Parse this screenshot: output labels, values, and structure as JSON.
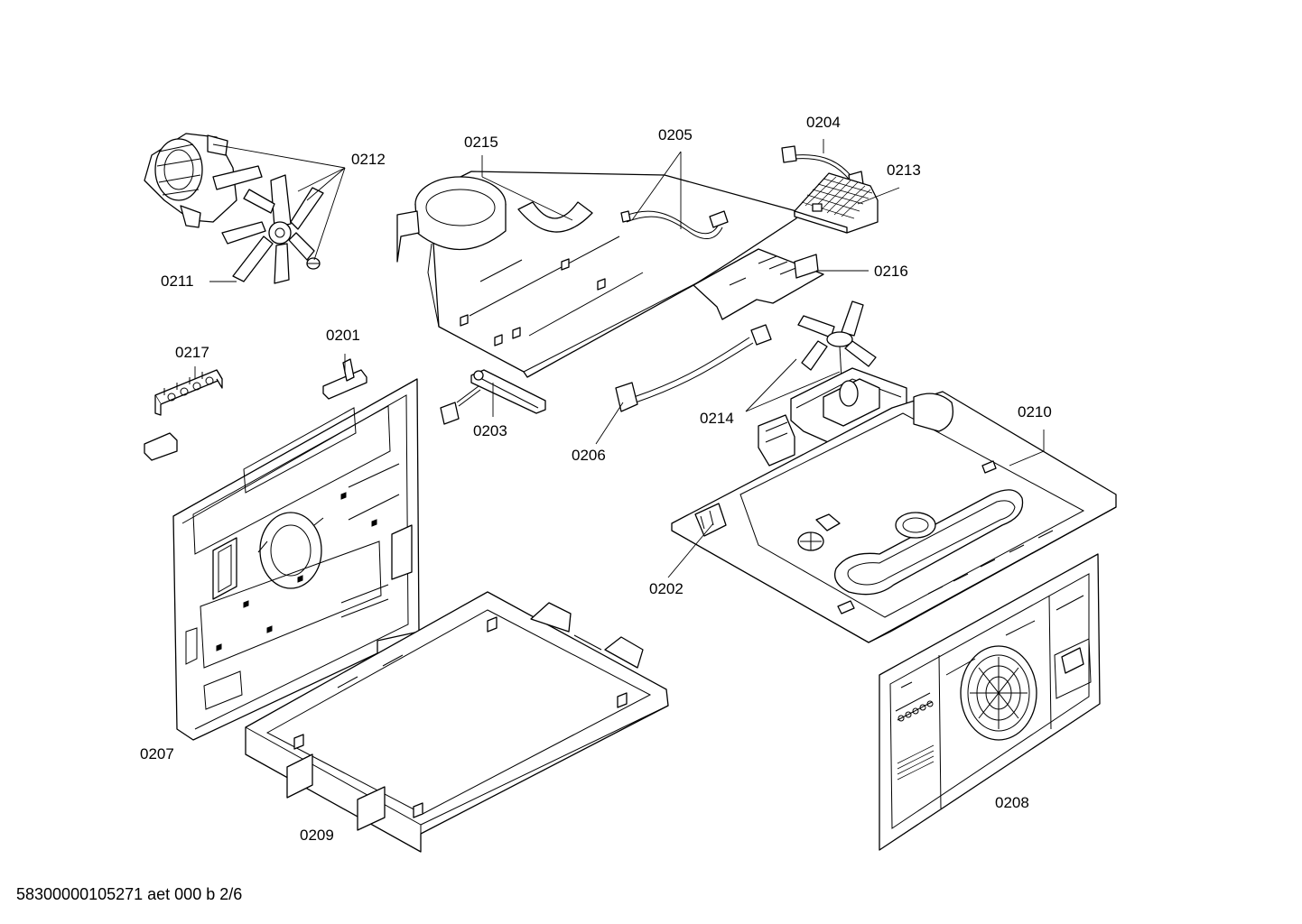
{
  "document_id": "58300000105271 aet 000 b 2/6",
  "callouts": {
    "c0201": "0201",
    "c0202": "0202",
    "c0203": "0203",
    "c0204": "0204",
    "c0205": "0205",
    "c0206": "0206",
    "c0207": "0207",
    "c0208": "0208",
    "c0209": "0209",
    "c0210": "0210",
    "c0211": "0211",
    "c0212": "0212",
    "c0213": "0213",
    "c0214": "0214",
    "c0215": "0215",
    "c0216": "0216",
    "c0217": "0217"
  }
}
